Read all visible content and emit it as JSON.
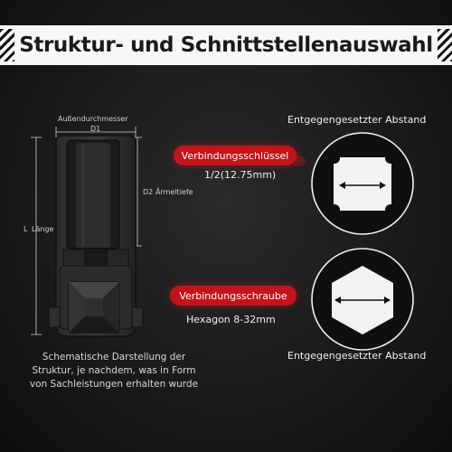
{
  "title": "Struktur- und Schnittstellenauswahl",
  "diagram": {
    "outer_diameter_label": "Außendurchmesser",
    "d1_label": "D1",
    "d2_label": "D2",
    "sleeve_depth_label": "Ärmeltiefe",
    "length_letter": "L",
    "length_label": "Länge"
  },
  "right_panel": {
    "top_heading": "Entgegengesetzter Abstand",
    "key_pill": "Verbindungsschlüssel",
    "key_size": "1/2(12.75mm)",
    "screw_pill": "Verbindungsschraube",
    "screw_size": "Hexagon 8-32mm",
    "bottom_heading": "Entgegengesetzter Abstand"
  },
  "note": "Schematische Darstellung der Struktur, je nachdem, was in Form von Sachleistungen erhalten wurde",
  "colors": {
    "accent_red": "#c3141b",
    "banner_bg": "#f7f7f7",
    "background": "#1a1a1a"
  },
  "icons": [
    "square-drive-icon",
    "hexagon-icon",
    "double-arrow-icon"
  ]
}
